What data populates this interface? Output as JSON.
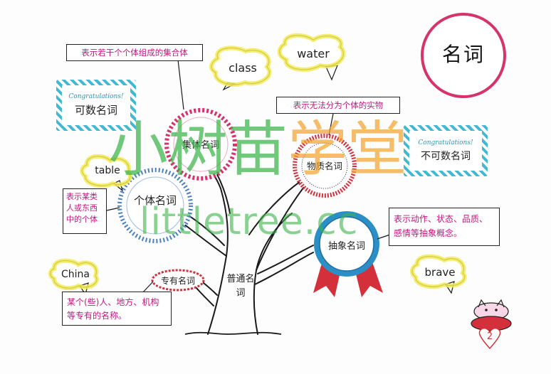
{
  "title": "名词",
  "colors": {
    "magenta": "#c0187e",
    "blue_stripe": "#42b8d3",
    "yellow": "#f3ea55",
    "red": "#d3303c",
    "pink_border": "#d6336c",
    "tree": "#1a1a1a",
    "watermark_green": "#3bb54a",
    "watermark_orange": "#f2a531"
  },
  "nodes": {
    "countable": "可数名词",
    "uncountable": "不可数名词",
    "collective": "集体名词",
    "material": "物质名词",
    "individual": "个体名词",
    "abstract": "抽象名词",
    "proper": "专有名词",
    "common": "普通名词"
  },
  "ribbons": {
    "countable": "Congratulations!",
    "uncountable": "Congratulations!"
  },
  "definitions": {
    "collective": "表示若干个个体组成的集合体",
    "material": "表示无法分为个体的实物",
    "individual": "表示某类人或东西中的个体",
    "abstract": "表示动作、状态、品质、感情等抽象概念。",
    "proper": "某个(些)人、地方、机构等专有的名称。"
  },
  "examples": {
    "class": "class",
    "water": "water",
    "table": "table",
    "china": "China",
    "brave": "brave"
  },
  "watermark": {
    "line1_part1": "小树苗",
    "line1_part2": "学堂",
    "line2": "littletree.cc"
  },
  "page_number": "2"
}
